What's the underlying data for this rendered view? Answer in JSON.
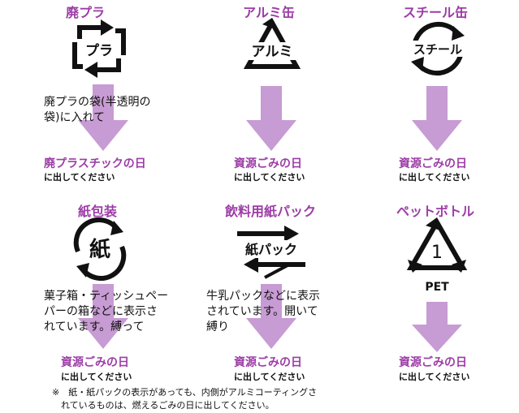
{
  "colors": {
    "accent": "#9c3da6",
    "arrow": "#c79bd3",
    "text": "#111111"
  },
  "items": [
    {
      "title": "廃プラ",
      "icon": "recycle-plastic-icon",
      "mark_text": "プラ",
      "desc": "廃プラの袋(半透明の\n袋)に入れて",
      "day": "廃プラスチックの日",
      "sub": "に出してください"
    },
    {
      "title": "アルミ缶",
      "icon": "recycle-aluminum-icon",
      "mark_text": "アルミ",
      "desc": "",
      "day": "資源ごみの日",
      "sub": "に出してください"
    },
    {
      "title": "スチール缶",
      "icon": "recycle-steel-icon",
      "mark_text": "スチール",
      "desc": "",
      "day": "資源ごみの日",
      "sub": "に出してください"
    },
    {
      "title": "紙包装",
      "icon": "recycle-paper-icon",
      "mark_text": "紙",
      "desc": "菓子箱・ティッシュペー\nパーの箱などに表示さ\nれています。縛って",
      "day": "資源ごみの日",
      "sub": "に出してください"
    },
    {
      "title": "飲料用紙パック",
      "icon": "recycle-paper-pack-icon",
      "mark_text": "紙パック",
      "desc": "牛乳パックなどに表示\nされています。開いて\n縛り",
      "day": "資源ごみの日",
      "sub": "に出してください"
    },
    {
      "title": "ペットボトル",
      "icon": "recycle-pet-icon",
      "mark_text": "1",
      "mark_label": "PET",
      "desc": "",
      "day": "資源ごみの日",
      "sub": "に出してください"
    }
  ],
  "note": "※　紙・紙パックの表示があっても、内側がアルミコーティングさ\n　れているものは、燃えるごみの日に出してください。"
}
